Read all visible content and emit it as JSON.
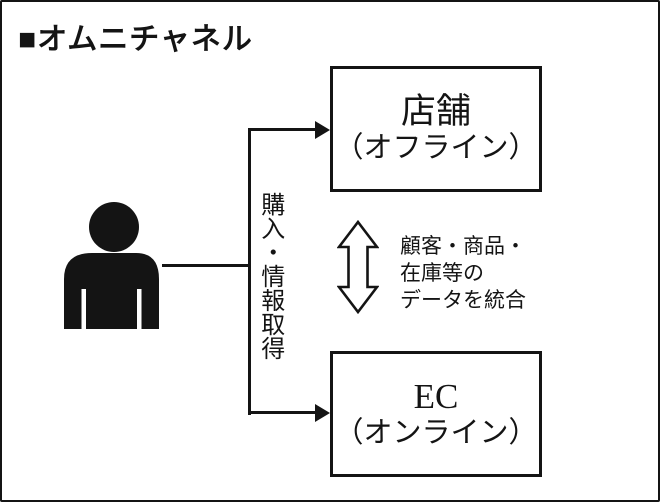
{
  "title": "■オムニチャネル",
  "person": {
    "icon": "person-icon",
    "action_label": "購入・情報取得"
  },
  "channels": {
    "store": {
      "name": "店舗",
      "mode": "（オフライン）"
    },
    "ec": {
      "name": "EC",
      "mode": "（オンライン）"
    }
  },
  "sync": {
    "icon": "double-arrow-icon",
    "lines": [
      "顧客・商品・",
      "在庫等の",
      "データを統合"
    ]
  },
  "colors": {
    "ink": "#141414",
    "background": "#ffffff"
  }
}
